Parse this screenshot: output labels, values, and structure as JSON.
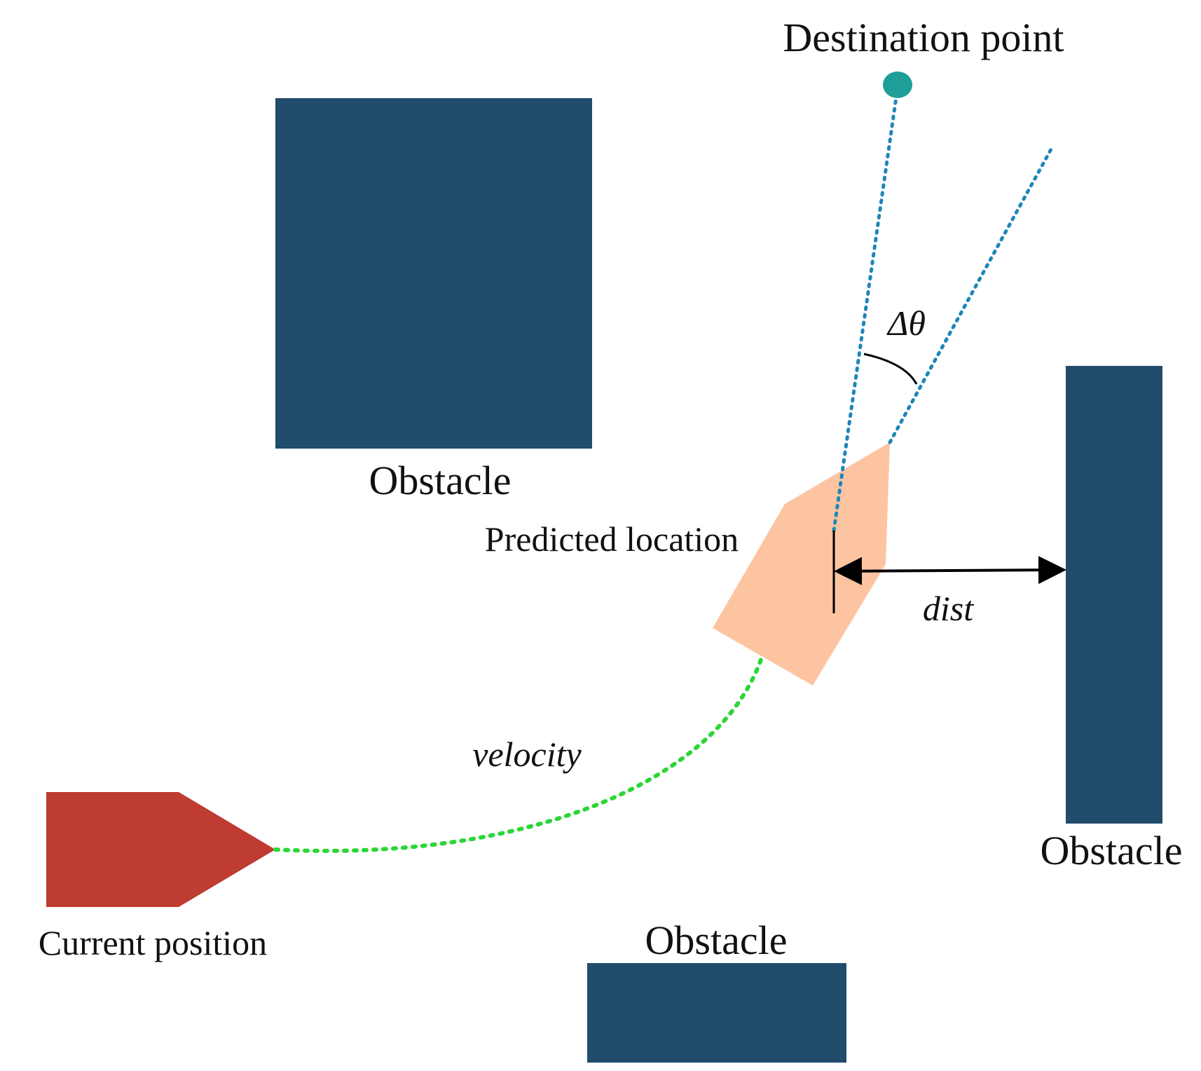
{
  "colors": {
    "obstacle": "#214C6C",
    "current_robot": "#BF3C32",
    "predicted_robot": "#FDC4A2",
    "destination": "#1E9E99",
    "heading_line": "#1E86B8",
    "velocity_path": "#2BD636",
    "annotation": "#000000"
  },
  "labels": {
    "destination": "Destination point",
    "obstacle_top": "Obstacle",
    "obstacle_right": "Obstacle",
    "obstacle_bottom": "Obstacle",
    "predicted": "Predicted location",
    "current": "Current position",
    "velocity": "velocity",
    "distance": "dist",
    "angle": "Δθ"
  }
}
